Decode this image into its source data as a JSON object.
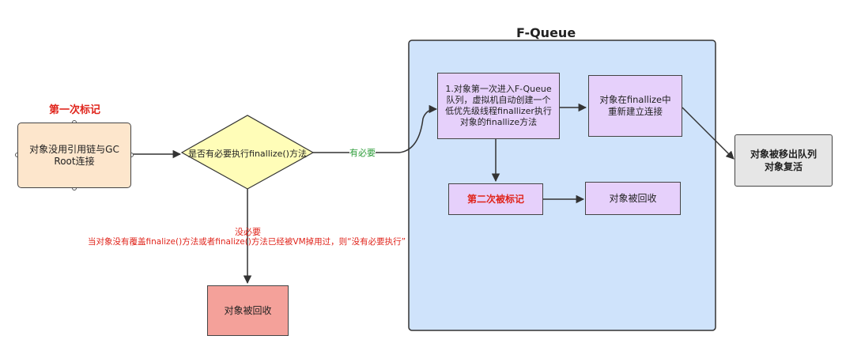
{
  "first_mark": "第一次标记",
  "start_node": "对象没用引用链与GC Root连接",
  "decision": "是否有必要执行finallize()方法",
  "yes_label": "有必要",
  "no_label_1": "没必要",
  "no_label_2": "当对象没有覆盖finalize()方法或者finalize()方法已经被VM掉用过，则“没有必要执行”",
  "collected_left": "对象被回收",
  "fqueue_title": "F-Queue",
  "fq_step1": "1.对象第一次进入F-Queue队列，虚拟机自动创建一个低优先级线程finallizer执行对象的finallize方法",
  "fq_reconnect": "对象在finallize中重新建立连接",
  "second_mark": "第二次被标记",
  "collected_right": "对象被回收",
  "revived": "对象被移出队列\n对象复活",
  "colors": {
    "start_fill": "#fde6cc",
    "decision_fill": "#fffdb8",
    "fqueue_fill": "#cfe3fb",
    "fq_node_fill": "#e6d0fb",
    "collected_fill": "#f4a19a",
    "revived_fill": "#e6e6e6",
    "red_text": "#e0241b",
    "green_text": "#2e9d3a"
  }
}
